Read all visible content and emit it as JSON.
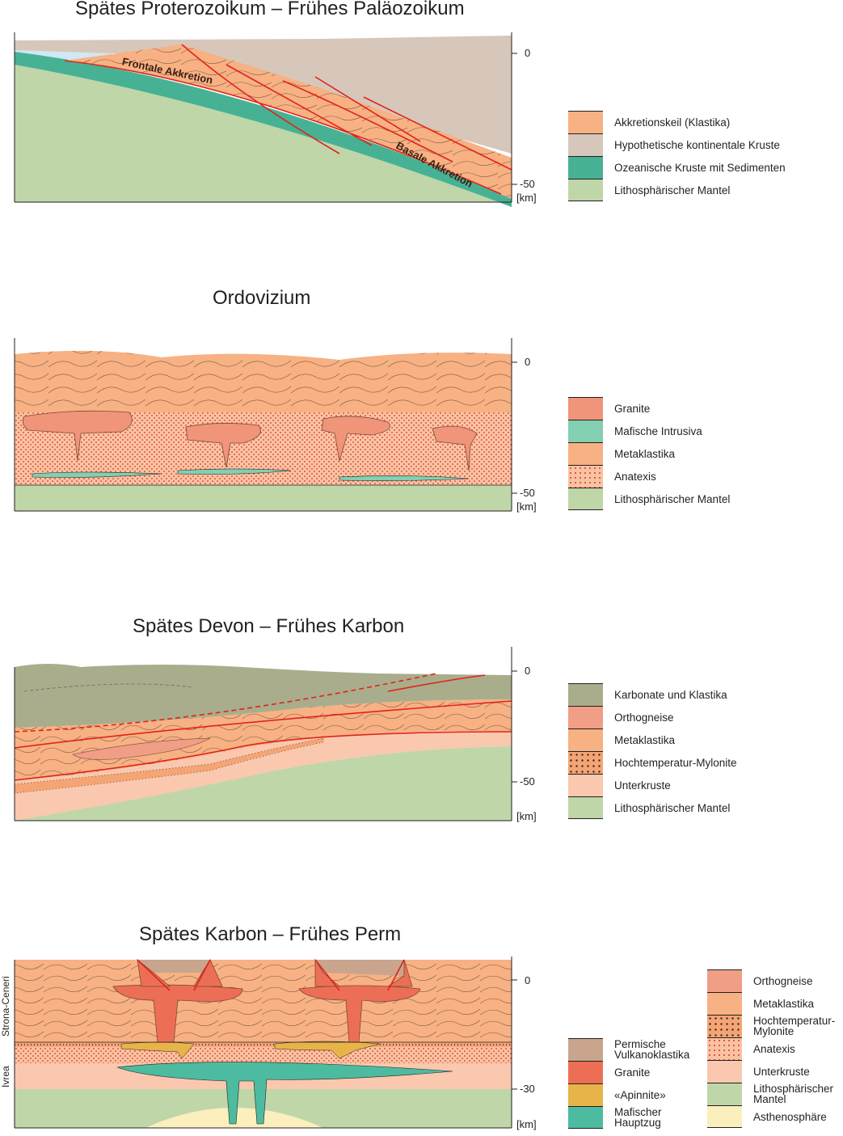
{
  "panels": [
    {
      "title": "Spätes Proterozoikum – Frühes Paläozoikum",
      "axis": {
        "top": "0",
        "bottom": "-50",
        "unit": "[km]"
      },
      "labels": {
        "frontal": "Frontale Akkretion",
        "basal": "Basale Akkretion"
      },
      "legend": [
        {
          "label": "Akkretionskeil (Klastika)",
          "color": "#f7b183"
        },
        {
          "label": "Hypothetische kontinentale Kruste",
          "color": "#d7c7bb"
        },
        {
          "label": "Ozeanische Kruste mit  Sedimenten",
          "color": "#47b194"
        },
        {
          "label": "Lithosphärischer Mantel",
          "color": "#bfd6a9"
        }
      ]
    },
    {
      "title": "Ordovizium",
      "axis": {
        "top": "0",
        "bottom": "-50",
        "unit": "[km]"
      },
      "legend": [
        {
          "label": "Granite",
          "color": "#f0947a"
        },
        {
          "label": "Mafische Intrusiva",
          "color": "#82cfb1"
        },
        {
          "label": "Metaklastika",
          "color": "#f7b183"
        },
        {
          "label": "Anatexis",
          "color": "#f9c3a2"
        },
        {
          "label": "Lithosphärischer Mantel",
          "color": "#bfd6a9"
        }
      ]
    },
    {
      "title": "Spätes Devon – Frühes Karbon",
      "axis": {
        "top": "0",
        "bottom": "-50",
        "unit": "[km]"
      },
      "legend": [
        {
          "label": "Karbonate und Klastika",
          "color": "#a9ad8c"
        },
        {
          "label": "Orthogneise",
          "color": "#f09e86"
        },
        {
          "label": "Metaklastika",
          "color": "#f7b183"
        },
        {
          "label": "Hochtemperatur-Mylonite",
          "color": "#f5a474"
        },
        {
          "label": "Unterkruste",
          "color": "#f9c8ae"
        },
        {
          "label": "Lithosphärischer Mantel",
          "color": "#bfd6a9"
        }
      ]
    },
    {
      "title": "Spätes Karbon – Frühes Perm",
      "axis": {
        "top": "0",
        "bottom": "-30",
        "unit": "[km]"
      },
      "side": {
        "upper": "Strona-Ceneri",
        "lower": "Ivrea"
      },
      "legend_left": [
        {
          "label": "Permische\nVulkanoklastika",
          "color": "#c9a58e"
        },
        {
          "label": "Granite",
          "color": "#ec6f55"
        },
        {
          "label": "«Apinnite»",
          "color": "#e8b449"
        },
        {
          "label": "Mafischer\nHauptzug",
          "color": "#4dbb9f"
        }
      ],
      "legend_right": [
        {
          "label": "Orthogneise",
          "color": "#f09e86"
        },
        {
          "label": "Metaklastika",
          "color": "#f7b183"
        },
        {
          "label": "Hochtemperatur-\nMylonite",
          "color": "#f5a474"
        },
        {
          "label": "Anatexis",
          "color": "#f9c3a2"
        },
        {
          "label": "Unterkruste",
          "color": "#f9c8ae"
        },
        {
          "label": "Lithosphärischer\nMantel",
          "color": "#bfd6a9"
        },
        {
          "label": "Asthenosphäre",
          "color": "#fbefbd"
        }
      ]
    }
  ]
}
